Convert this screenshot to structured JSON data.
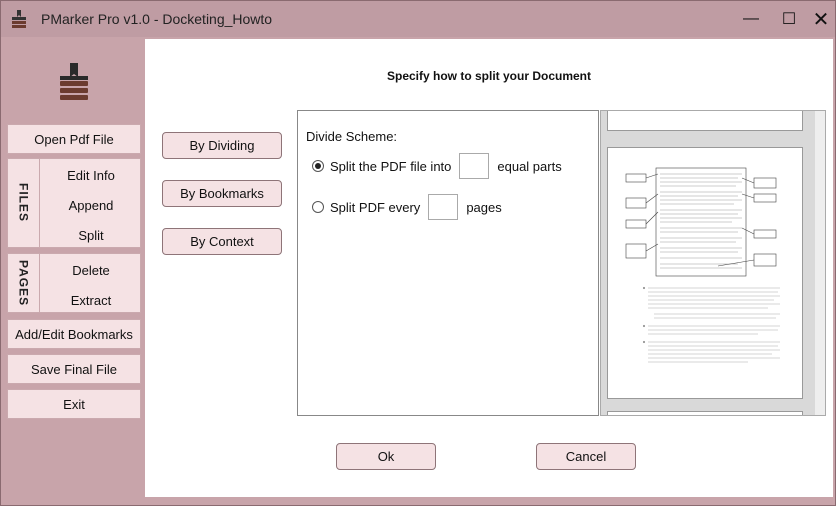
{
  "window": {
    "title": "PMarker Pro v1.0 - Docketing_Howto",
    "controls": {
      "minimize": "—",
      "maximize": "☐",
      "close": "✕"
    }
  },
  "sidebar": {
    "open_pdf": "Open Pdf File",
    "files_group": {
      "label": "FILES",
      "items": [
        "Edit Info",
        "Append",
        "Split"
      ]
    },
    "pages_group": {
      "label": "PAGES",
      "items": [
        "Delete",
        "Extract"
      ]
    },
    "bookmarks": "Add/Edit Bookmarks",
    "save": "Save Final File",
    "exit": "Exit"
  },
  "main": {
    "heading": "Specify how to split your Document",
    "modes": [
      "By Dividing",
      "By Bookmarks",
      "By Context"
    ],
    "scheme": {
      "title": "Divide Scheme:",
      "option1_prefix": "Split the PDF file into",
      "option1_suffix": "equal parts",
      "option1_value": "",
      "option2_prefix": "Split PDF every",
      "option2_suffix": "pages",
      "option2_value": "",
      "selected": "option1"
    },
    "ok": "Ok",
    "cancel": "Cancel"
  },
  "colors": {
    "frame": "#c8a4aa",
    "button_fill": "#f5e2e4",
    "button_border": "#8e7478"
  }
}
